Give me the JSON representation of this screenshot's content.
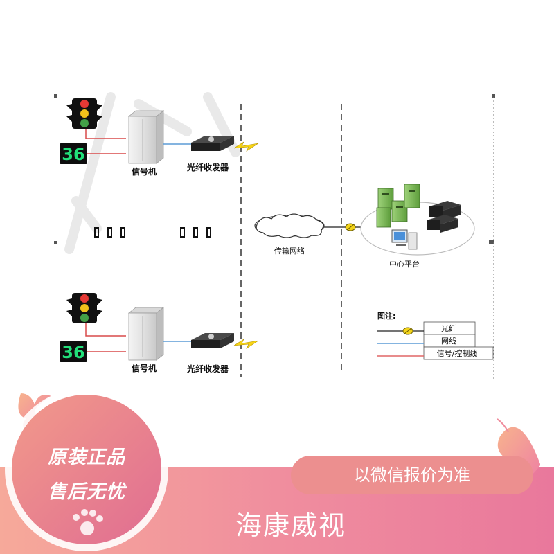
{
  "diagram": {
    "signal_machine_label": "信号机",
    "fiber_transceiver_label": "光纤收发器",
    "transmission_network_label": "传输网络",
    "center_platform_label": "中心平台",
    "countdown_display_value": "36",
    "legend": {
      "title": "图注:",
      "items": [
        {
          "label": "光纤",
          "color": "#222222"
        },
        {
          "label": "网线",
          "color": "#5b9bd5"
        },
        {
          "label": "信号/控制线",
          "color": "#e06666"
        }
      ]
    }
  },
  "banner": {
    "badge_line1": "原装正品",
    "badge_line2": "售后无忧",
    "price_note": "以微信报价为准",
    "brand": "海康威视"
  }
}
